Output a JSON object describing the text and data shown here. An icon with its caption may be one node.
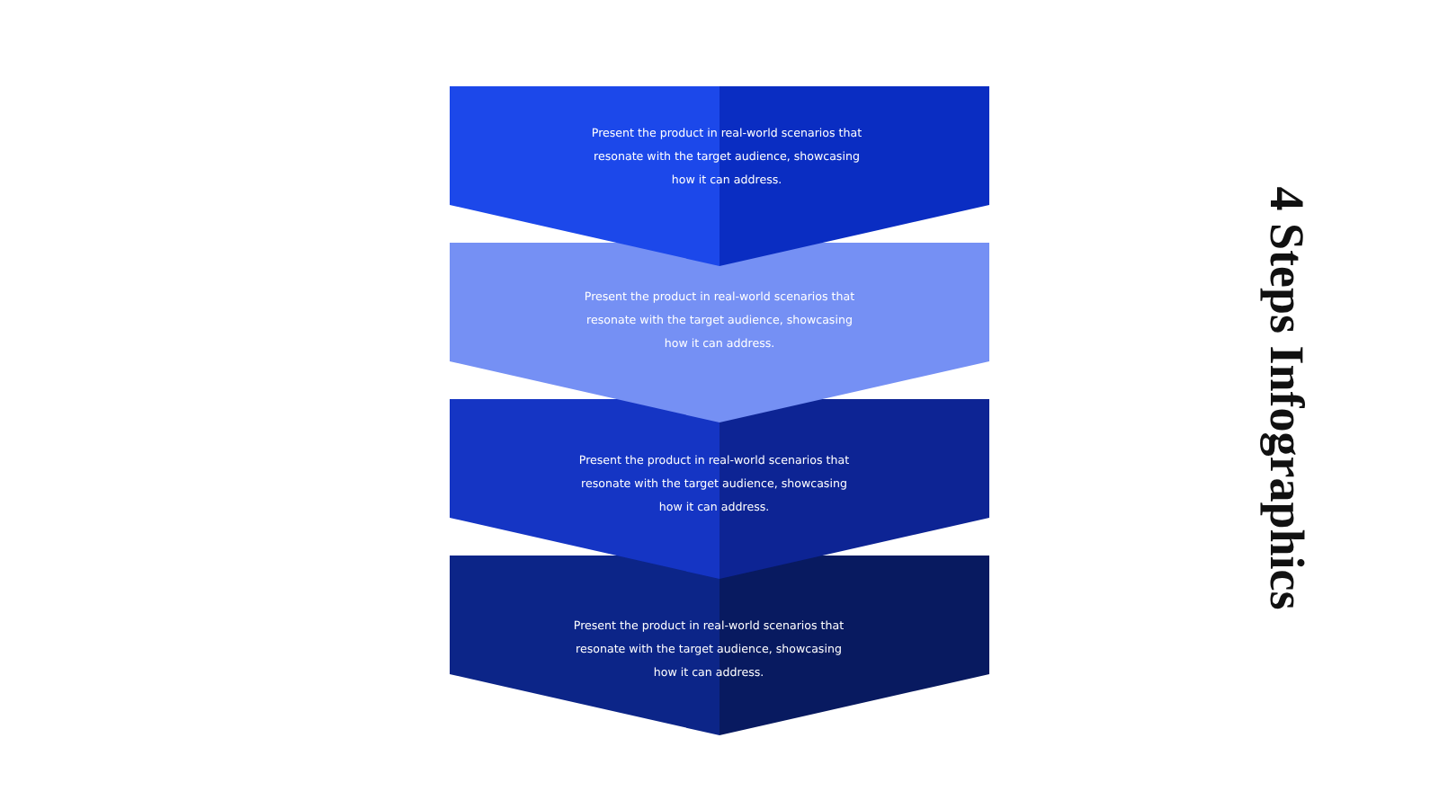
{
  "diagram": {
    "title": "4 Steps Infographics",
    "nodes": [
      {
        "text": [
          "Present the product in real-world scenarios that resonate with the target audience, showcasing how it can address."
        ]
      },
      {
        "text": [
          "Present the product in real-world scenarios that resonate with the target audience, showcasing how it can address."
        ]
      },
      {
        "text": [
          "Present the product in real-world scenarios that resonate with the target audience, showcasing how it can address."
        ]
      },
      {
        "text": [
          "Present the product in real-world scenarios that resonate with the target audience, showcasing how it can address."
        ]
      }
    ],
    "edges": []
  }
}
